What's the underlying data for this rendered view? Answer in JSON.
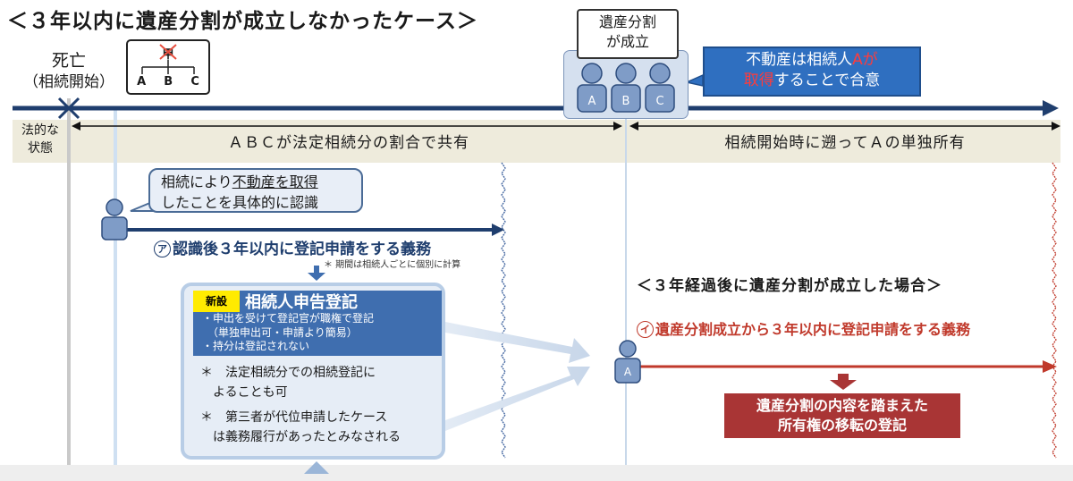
{
  "title": "＜３年以内に遺産分割が成立しなかったケース＞",
  "death": {
    "line1": "死亡",
    "line2": "（相続開始）"
  },
  "family": {
    "deceased": "甲",
    "heirs": [
      "A",
      "B",
      "C"
    ]
  },
  "partition_box": {
    "title_line1": "遺産分割",
    "title_line2": "が成立",
    "persons": [
      "A",
      "B",
      "C"
    ]
  },
  "agreement": {
    "line1_pre": "不動産は相続人",
    "line1_red": "Aが",
    "line2_red": "取得",
    "line2_post": "することで合意"
  },
  "legal_state": {
    "label_line1": "法的な",
    "label_line2": "状態",
    "before": "ＡＢＣが法定相続分の割合で共有",
    "after": "相続開始時に遡ってＡの単独所有"
  },
  "recognition": {
    "line1_pre": "相続により",
    "line1_ul": "不動産を取得",
    "line2": "したことを具体的に認識"
  },
  "duty_a": {
    "mark": "ア",
    "text": "認識後３年以内に登記申請をする義務"
  },
  "duty_a_note": "＊ 期間は相続人ごとに個別に計算",
  "new_box": {
    "badge": "新設",
    "title": "相続人申告登記",
    "lines": [
      "・申出を受けて登記官が職権で登記",
      "　（単独申出可・申請より簡易）",
      "・持分は登記されない"
    ],
    "note1_line1": "＊　法定相続分での相続登記に",
    "note1_line2": "　よることも可",
    "note2_line1": "＊　第三者が代位申請したケース",
    "note2_line2": "　は義務履行があったとみなされる"
  },
  "after_heading": "＜３年経過後に遺産分割が成立した場合＞",
  "duty_b": {
    "mark": "イ",
    "text": "遺産分割成立から３年以内に登記申請をする義務"
  },
  "person_a": "A",
  "registration": {
    "line1": "遺産分割の内容を踏まえた",
    "line2": "所有権の移転の登記"
  },
  "colors": {
    "navy": "#1f3e6e",
    "red": "#c0392b",
    "blue": "#3f6eaf"
  }
}
